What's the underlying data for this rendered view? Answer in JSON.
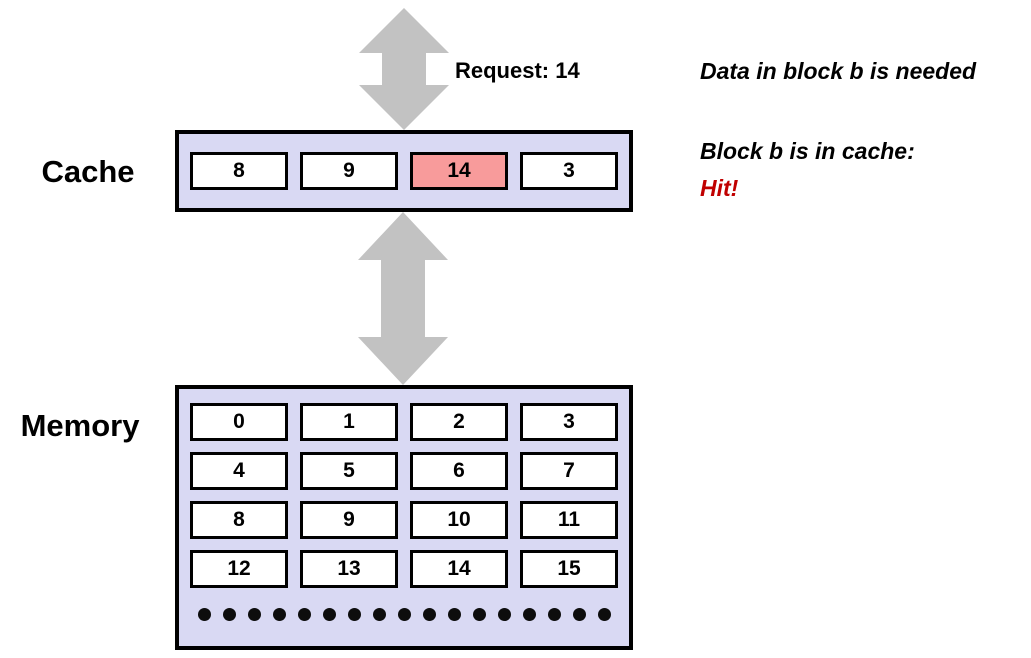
{
  "labels": {
    "cache": "Cache",
    "memory": "Memory",
    "request": "Request: 14"
  },
  "annotations": {
    "needed": "Data in block b is needed",
    "in_cache": "Block b is in cache:",
    "result": "Hit!"
  },
  "cache": {
    "blocks": [
      {
        "value": "8",
        "highlight": false
      },
      {
        "value": "9",
        "highlight": false
      },
      {
        "value": "14",
        "highlight": true
      },
      {
        "value": "3",
        "highlight": false
      }
    ]
  },
  "memory": {
    "rows": [
      [
        "0",
        "1",
        "2",
        "3"
      ],
      [
        "4",
        "5",
        "6",
        "7"
      ],
      [
        "8",
        "9",
        "10",
        "11"
      ],
      [
        "12",
        "13",
        "14",
        "15"
      ]
    ],
    "ellipsis_dots": 17
  },
  "colors": {
    "container_fill": "#d9d9f3",
    "cell_fill": "#ffffff",
    "highlight_fill": "#f89b9b",
    "arrow_gray": "#c2c2c2",
    "hit_red": "#c00000"
  }
}
